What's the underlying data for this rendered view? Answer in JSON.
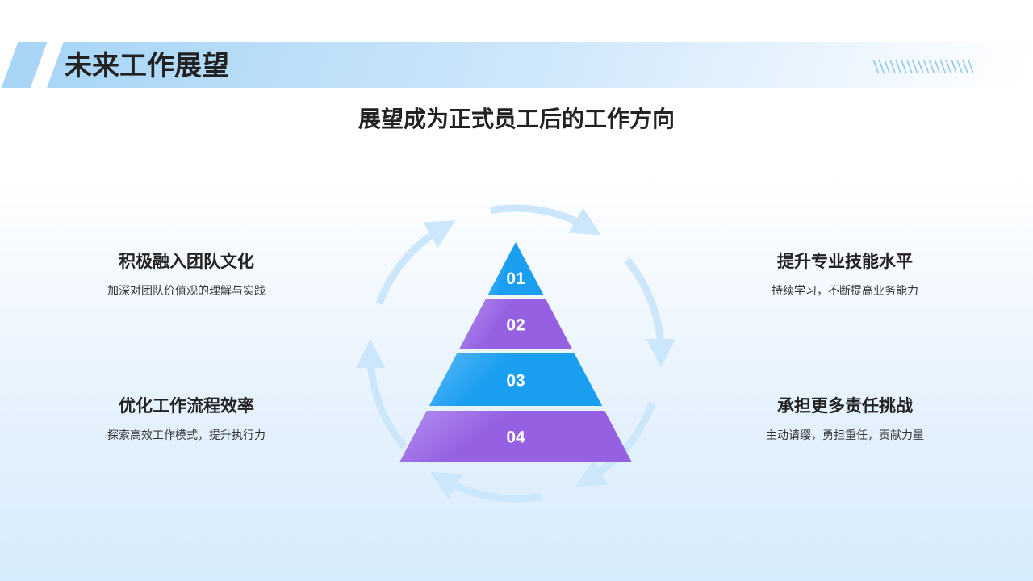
{
  "header": {
    "title": "未来工作展望"
  },
  "subtitle": "展望成为正式员工后的工作方向",
  "pyramid": {
    "levels": [
      {
        "label": "01",
        "color": "#1a9ef0"
      },
      {
        "label": "02",
        "color": "#9561e2"
      },
      {
        "label": "03",
        "color": "#1a9ef0"
      },
      {
        "label": "04",
        "color": "#9561e2"
      }
    ]
  },
  "items": [
    {
      "title": "积极融入团队文化",
      "desc": "加深对团队价值观的理解与实践"
    },
    {
      "title": "提升专业技能水平",
      "desc": "持续学习，不断提高业务能力"
    },
    {
      "title": "优化工作流程效率",
      "desc": "探索高效工作模式，提升执行力"
    },
    {
      "title": "承担更多责任挑战",
      "desc": "主动请缨，勇担重任，贡献力量"
    }
  ]
}
